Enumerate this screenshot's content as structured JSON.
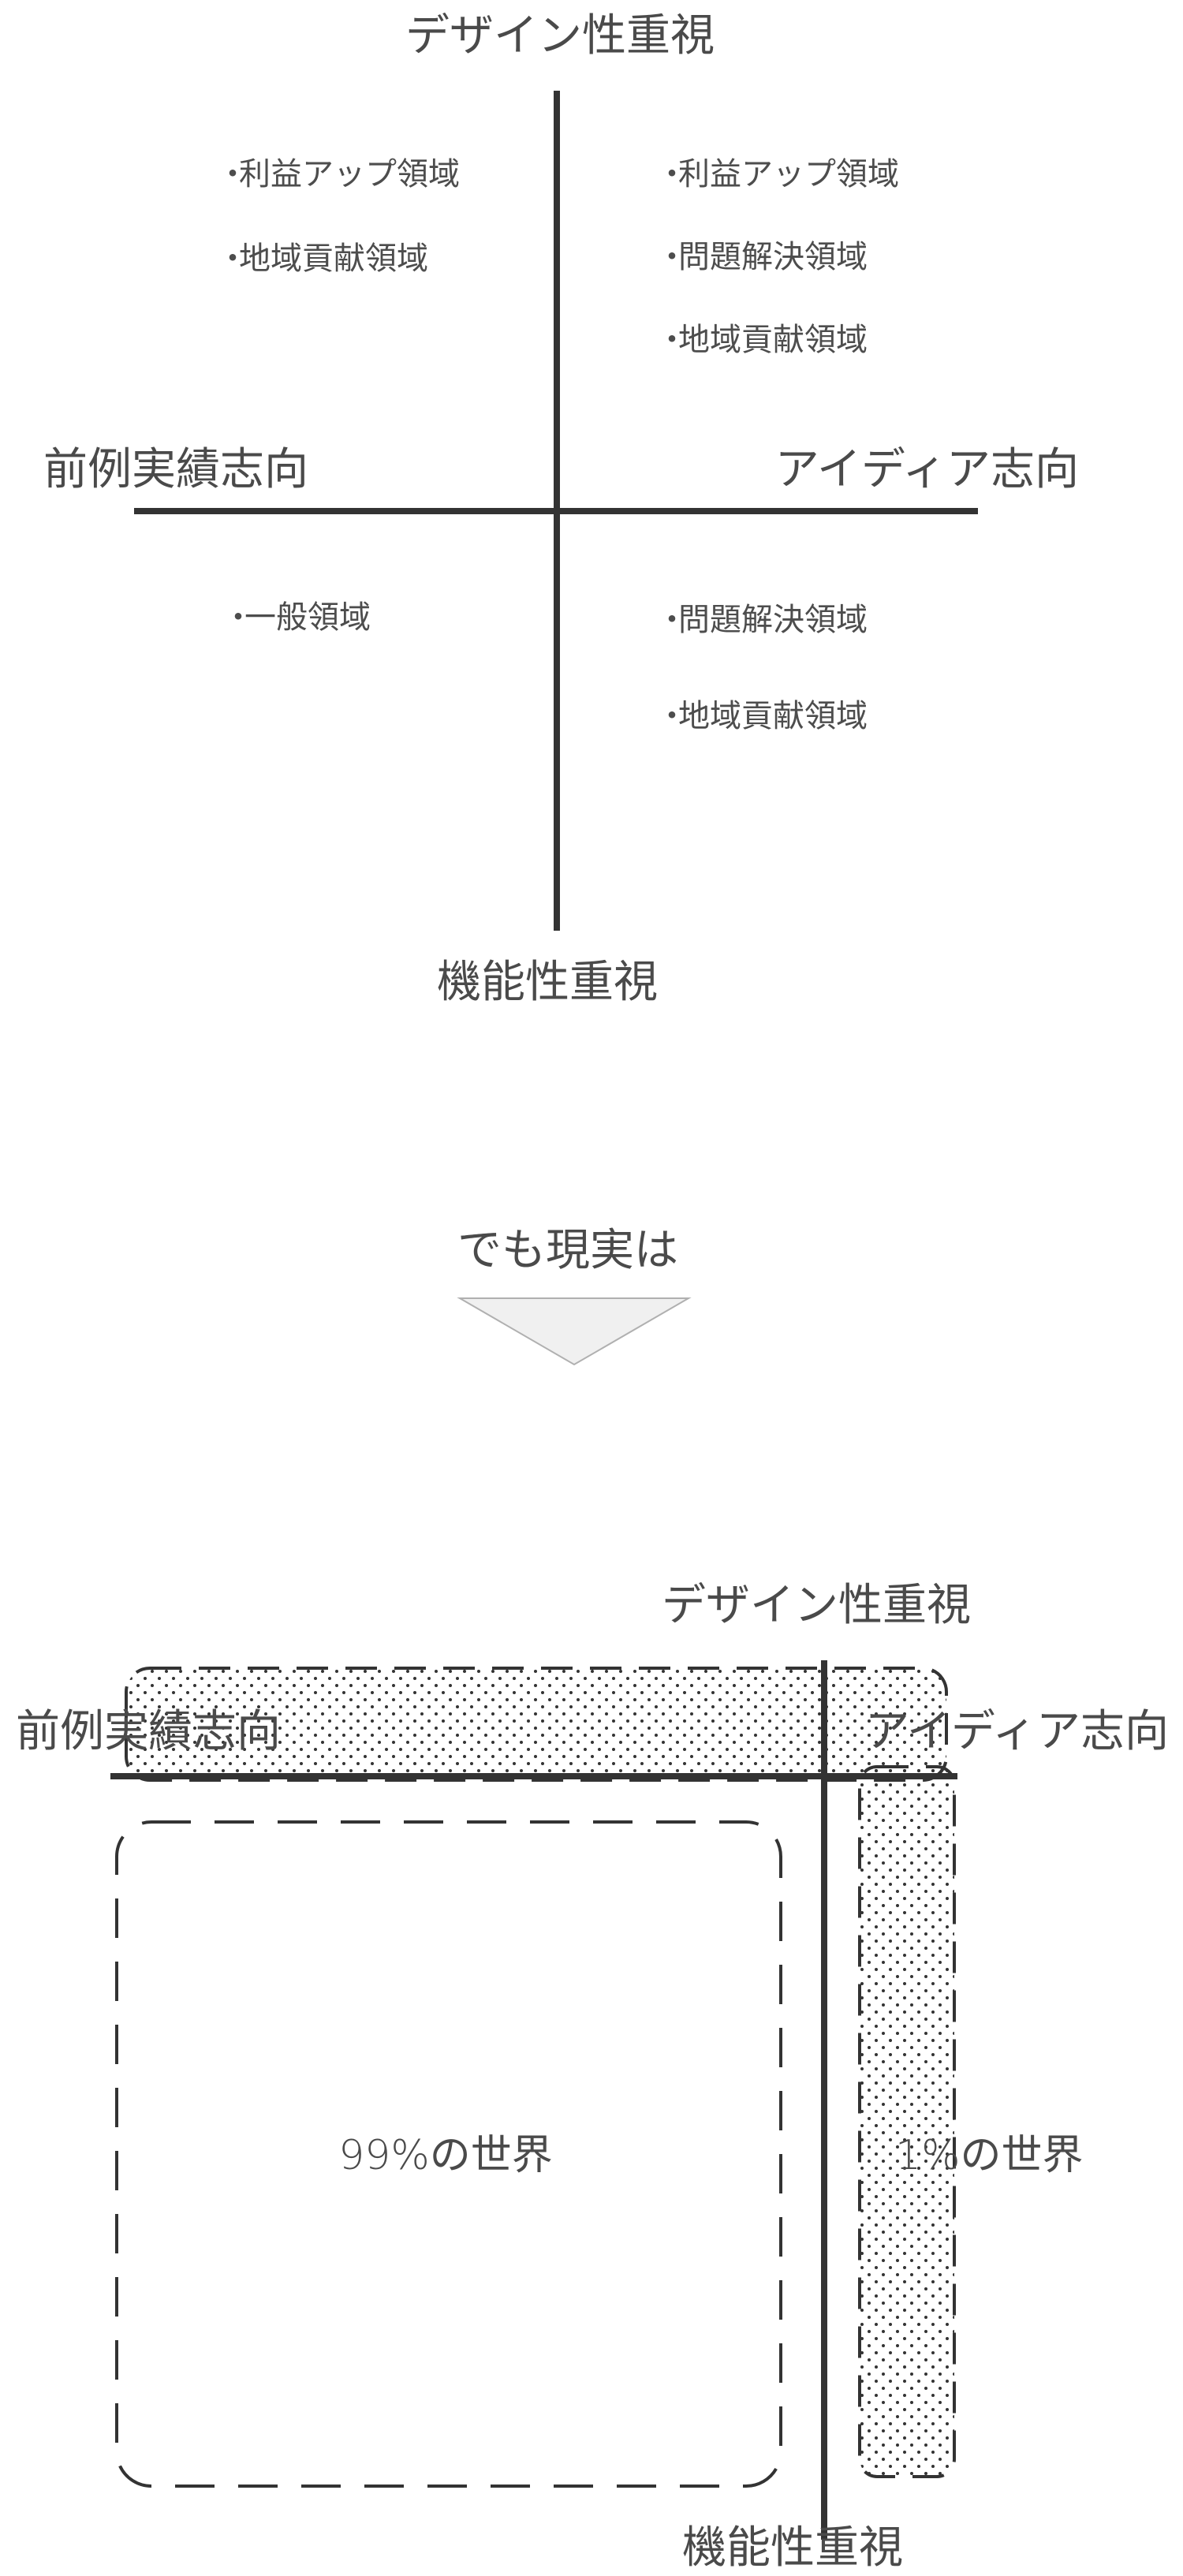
{
  "top_matrix": {
    "axis_top": "デザイン性重視",
    "axis_bottom": "機能性重視",
    "axis_left": "前例実績志向",
    "axis_right": "アイディア志向",
    "bullet": "・",
    "top_left_items": [
      "利益アップ領域",
      "地域貢献領域"
    ],
    "top_right_items": [
      "利益アップ領域",
      "問題解決領域",
      "地域貢献領域"
    ],
    "bottom_left_items": [
      "一般領域"
    ],
    "bottom_right_items": [
      "問題解決領域",
      "地域貢献領域"
    ]
  },
  "transition": {
    "text": "でも現実は"
  },
  "bottom_matrix": {
    "axis_top": "デザイン性重視",
    "axis_bottom": "機能性重視",
    "axis_left": "前例実績志向",
    "axis_right": "アイディア志向",
    "region_99": "99%の世界",
    "region_1": "1%の世界"
  },
  "colors": {
    "axis": "#333333",
    "arrow_fill": "#f0f0f0",
    "arrow_stroke": "#b0b0b0",
    "dash": "#333333"
  }
}
